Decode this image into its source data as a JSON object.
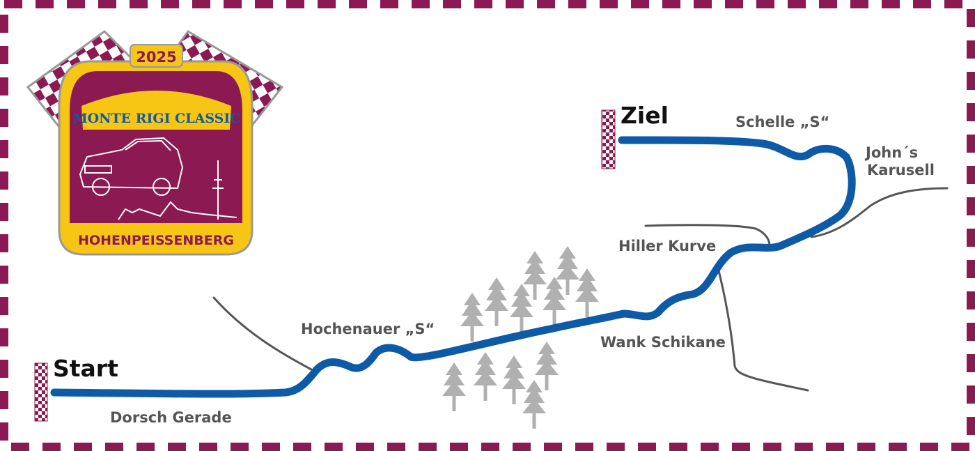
{
  "logo": {
    "year": "2025",
    "event_name": "MONTE RIGI CLASSIC",
    "location": "HOHENPEISSENBERG"
  },
  "markers": {
    "start": "Start",
    "finish": "Ziel"
  },
  "sections": {
    "dorsch": "Dorsch Gerade",
    "hochenauer": "Hochenauer „S“",
    "wank": "Wank Schikane",
    "hiller": "Hiller Kurve",
    "schelle": "Schelle „S“",
    "johns_line1": "John´s",
    "johns_line2": "Karusell"
  },
  "colors": {
    "route": "#0d5aa6",
    "side_roads": "#555555",
    "trees": "#b0b0b0",
    "border": "#8b1a52",
    "logo_gold": "#f7c514",
    "logo_maroon": "#8b1a52"
  }
}
